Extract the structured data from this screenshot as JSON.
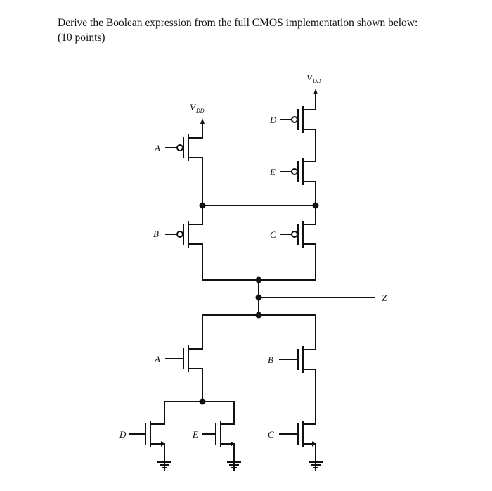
{
  "question": {
    "line1": "Derive the Boolean expression from the full CMOS implementation shown below:",
    "line2": "(10 points)"
  },
  "labels": {
    "vdd_main": "V",
    "vdd_sub": "DD",
    "pmos_a": "A",
    "pmos_b": "B",
    "pmos_d": "D",
    "pmos_e": "E",
    "pmos_c": "C",
    "output": "Z",
    "nmos_a": "A",
    "nmos_b": "B",
    "nmos_c": "C",
    "nmos_d": "D",
    "nmos_e": "E"
  }
}
